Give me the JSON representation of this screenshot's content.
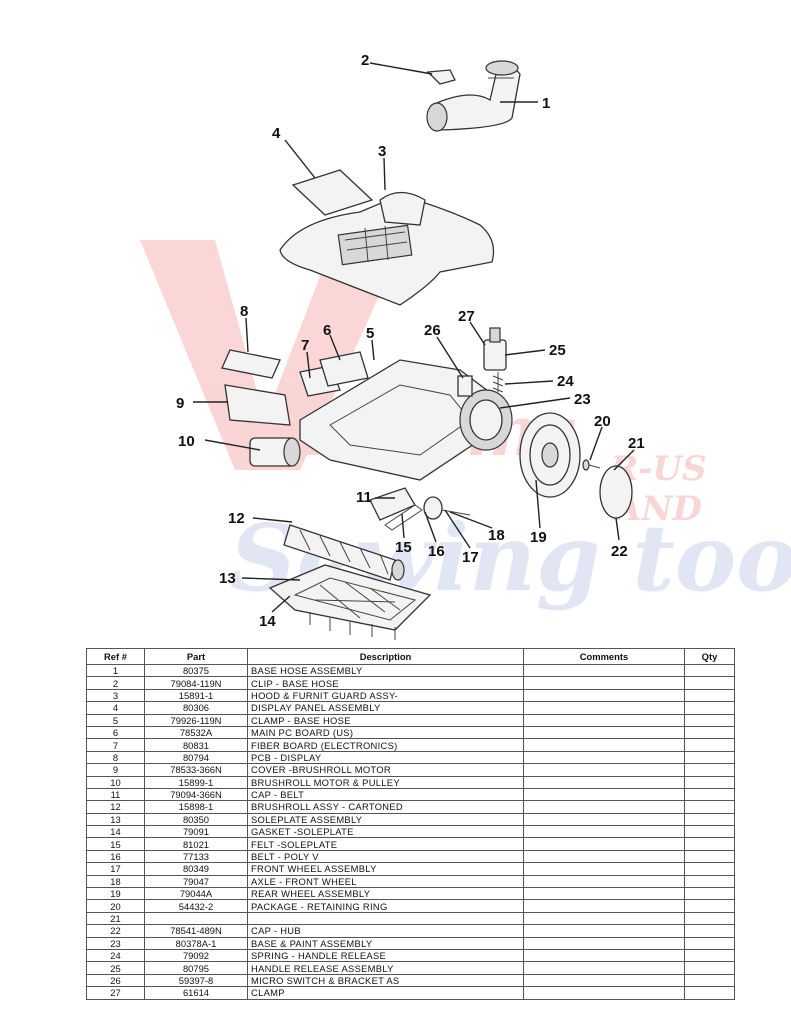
{
  "watermark": {
    "line1": "Vacuums",
    "line2": "Sewing too",
    "suffix_rus": "R-US",
    "suffix_and": "AND",
    "color": "#e8464a",
    "script_color": "#9aa7d6"
  },
  "callouts": [
    "1",
    "2",
    "3",
    "4",
    "5",
    "6",
    "7",
    "8",
    "9",
    "10",
    "11",
    "12",
    "13",
    "14",
    "15",
    "16",
    "17",
    "18",
    "19",
    "20",
    "21",
    "22",
    "23",
    "24",
    "25",
    "26",
    "27"
  ],
  "table": {
    "headers": {
      "ref": "Ref #",
      "part": "Part",
      "description": "Description",
      "comments": "Comments",
      "qty": "Qty"
    },
    "rows": [
      {
        "ref": "1",
        "part": "80375",
        "description": "BASE HOSE ASSEMBLY",
        "comments": "",
        "qty": ""
      },
      {
        "ref": "2",
        "part": "79084-119N",
        "description": "CLIP - BASE HOSE",
        "comments": "",
        "qty": ""
      },
      {
        "ref": "3",
        "part": "15891-1",
        "description": "HOOD & FURNIT GUARD ASSY-",
        "comments": "",
        "qty": ""
      },
      {
        "ref": "4",
        "part": "80306",
        "description": "DISPLAY PANEL ASSEMBLY",
        "comments": "",
        "qty": ""
      },
      {
        "ref": "5",
        "part": "79926-119N",
        "description": "CLAMP - BASE HOSE",
        "comments": "",
        "qty": ""
      },
      {
        "ref": "6",
        "part": "78532A",
        "description": "MAIN PC BOARD (US)",
        "comments": "",
        "qty": ""
      },
      {
        "ref": "7",
        "part": "80831",
        "description": "FIBER BOARD (ELECTRONICS)",
        "comments": "",
        "qty": ""
      },
      {
        "ref": "8",
        "part": "80794",
        "description": "PCB - DISPLAY",
        "comments": "",
        "qty": ""
      },
      {
        "ref": "9",
        "part": "78533-366N",
        "description": "COVER -BRUSHROLL MOTOR",
        "comments": "",
        "qty": ""
      },
      {
        "ref": "10",
        "part": "15899-1",
        "description": "BRUSHROLL MOTOR & PULLEY",
        "comments": "",
        "qty": ""
      },
      {
        "ref": "11",
        "part": "79094-366N",
        "description": "CAP - BELT",
        "comments": "",
        "qty": ""
      },
      {
        "ref": "12",
        "part": "15898-1",
        "description": "BRUSHROLL ASSY - CARTONED",
        "comments": "",
        "qty": ""
      },
      {
        "ref": "13",
        "part": "80350",
        "description": "SOLEPLATE ASSEMBLY",
        "comments": "",
        "qty": ""
      },
      {
        "ref": "14",
        "part": "79091",
        "description": "GASKET -SOLEPLATE",
        "comments": "",
        "qty": ""
      },
      {
        "ref": "15",
        "part": "81021",
        "description": "FELT -SOLEPLATE",
        "comments": "",
        "qty": ""
      },
      {
        "ref": "16",
        "part": "77133",
        "description": "BELT - POLY V",
        "comments": "",
        "qty": ""
      },
      {
        "ref": "17",
        "part": "80349",
        "description": "FRONT WHEEL ASSEMBLY",
        "comments": "",
        "qty": ""
      },
      {
        "ref": "18",
        "part": "79047",
        "description": "AXLE - FRONT WHEEL",
        "comments": "",
        "qty": ""
      },
      {
        "ref": "19",
        "part": "79044A",
        "description": "REAR WHEEL ASSEMBLY",
        "comments": "",
        "qty": ""
      },
      {
        "ref": "20",
        "part": "54432-2",
        "description": "PACKAGE - RETAINING RING",
        "comments": "",
        "qty": ""
      },
      {
        "ref": "21",
        "part": "",
        "description": "",
        "comments": "",
        "qty": ""
      },
      {
        "ref": "22",
        "part": "78541-489N",
        "description": "CAP - HUB",
        "comments": "",
        "qty": ""
      },
      {
        "ref": "23",
        "part": "80378A-1",
        "description": "BASE & PAINT ASSEMBLY",
        "comments": "",
        "qty": ""
      },
      {
        "ref": "24",
        "part": "79092",
        "description": "SPRING - HANDLE RELEASE",
        "comments": "",
        "qty": ""
      },
      {
        "ref": "25",
        "part": "80795",
        "description": "HANDLE RELEASE ASSEMBLY",
        "comments": "",
        "qty": ""
      },
      {
        "ref": "26",
        "part": "59397-8",
        "description": "MICRO SWITCH & BRACKET AS",
        "comments": "",
        "qty": ""
      },
      {
        "ref": "27",
        "part": "61614",
        "description": "CLAMP",
        "comments": "",
        "qty": ""
      }
    ]
  }
}
